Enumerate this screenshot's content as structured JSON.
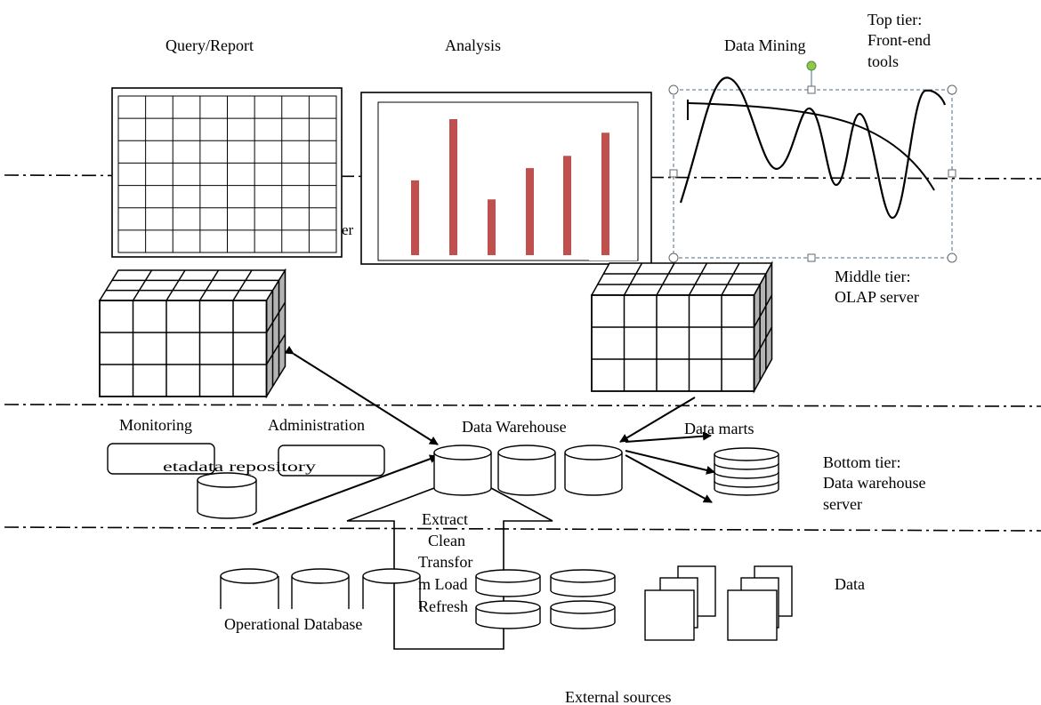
{
  "top_labels": {
    "query_report": "Query/Report",
    "analysis": "Analysis",
    "data_mining": "Data Mining"
  },
  "tiers": {
    "top": [
      "Top tier:",
      "Front-end",
      "tools"
    ],
    "middle": [
      "Middle tier:",
      "OLAP server"
    ],
    "bottom": [
      "Bottom tier:",
      "Data warehouse",
      "server"
    ],
    "data": "Data"
  },
  "components": {
    "monitoring": "Monitoring",
    "administration": "Administration",
    "data_warehouse": "Data Warehouse",
    "data_marts": "Data marts",
    "metadata_repository_fragment": "etadata repository",
    "overlap_fragment": "er"
  },
  "etl_steps": [
    "Extract",
    "Clean",
    "Transfor",
    "m Load",
    "Refresh"
  ],
  "sources": {
    "operational_database": "Operational Database",
    "external_sources": "External sources"
  },
  "analysis_bar_values": [
    0.55,
    1.0,
    0.41,
    0.64,
    0.73,
    0.9
  ],
  "colors": {
    "bar": "#c0504d",
    "cube_side": "#b3b3b3",
    "handle_dot": "#8cc850"
  }
}
